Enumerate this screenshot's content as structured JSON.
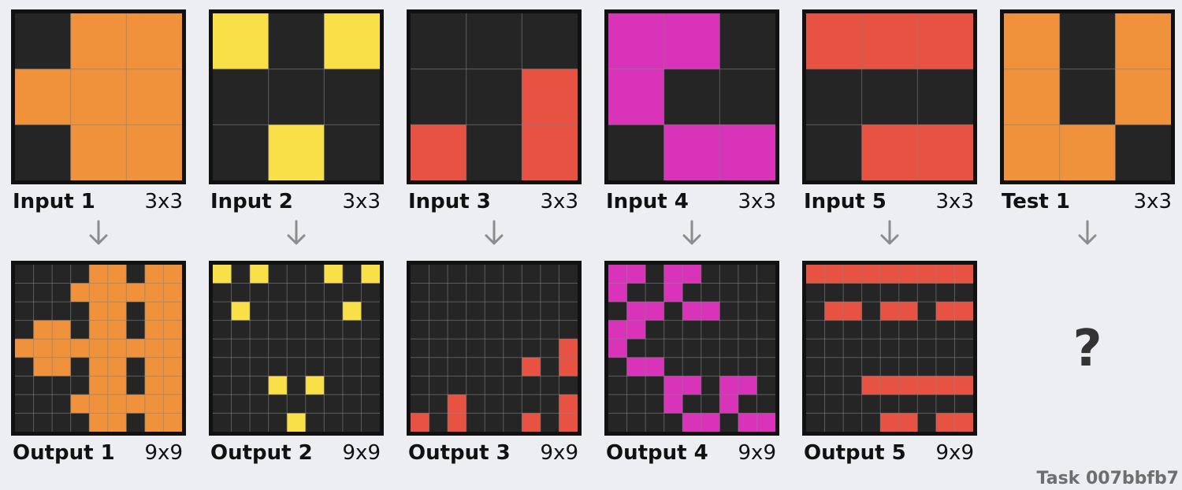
{
  "task_label": "Task 007bbfb7",
  "colors": {
    "0": "#252525",
    "2": "#e85242",
    "4": "#fae048",
    "6": "#d833b9",
    "7": "#f0913b"
  },
  "pairs": [
    {
      "input_label": "Input 1",
      "input_size": "3x3",
      "output_label": "Output 1",
      "output_size": "9x9",
      "input": [
        [
          0,
          7,
          7
        ],
        [
          7,
          7,
          7
        ],
        [
          0,
          7,
          7
        ]
      ],
      "output": [
        [
          0,
          0,
          0,
          0,
          7,
          7,
          0,
          7,
          7
        ],
        [
          0,
          0,
          0,
          7,
          7,
          7,
          7,
          7,
          7
        ],
        [
          0,
          0,
          0,
          0,
          7,
          7,
          0,
          7,
          7
        ],
        [
          0,
          7,
          7,
          0,
          7,
          7,
          0,
          7,
          7
        ],
        [
          7,
          7,
          7,
          7,
          7,
          7,
          7,
          7,
          7
        ],
        [
          0,
          7,
          7,
          0,
          7,
          7,
          0,
          7,
          7
        ],
        [
          0,
          0,
          0,
          0,
          7,
          7,
          0,
          7,
          7
        ],
        [
          0,
          0,
          0,
          7,
          7,
          7,
          7,
          7,
          7
        ],
        [
          0,
          0,
          0,
          0,
          7,
          7,
          0,
          7,
          7
        ]
      ]
    },
    {
      "input_label": "Input 2",
      "input_size": "3x3",
      "output_label": "Output 2",
      "output_size": "9x9",
      "input": [
        [
          4,
          0,
          4
        ],
        [
          0,
          0,
          0
        ],
        [
          0,
          4,
          0
        ]
      ],
      "output": [
        [
          4,
          0,
          4,
          0,
          0,
          0,
          4,
          0,
          4
        ],
        [
          0,
          0,
          0,
          0,
          0,
          0,
          0,
          0,
          0
        ],
        [
          0,
          4,
          0,
          0,
          0,
          0,
          0,
          4,
          0
        ],
        [
          0,
          0,
          0,
          0,
          0,
          0,
          0,
          0,
          0
        ],
        [
          0,
          0,
          0,
          0,
          0,
          0,
          0,
          0,
          0
        ],
        [
          0,
          0,
          0,
          0,
          0,
          0,
          0,
          0,
          0
        ],
        [
          0,
          0,
          0,
          4,
          0,
          4,
          0,
          0,
          0
        ],
        [
          0,
          0,
          0,
          0,
          0,
          0,
          0,
          0,
          0
        ],
        [
          0,
          0,
          0,
          0,
          4,
          0,
          0,
          0,
          0
        ]
      ]
    },
    {
      "input_label": "Input 3",
      "input_size": "3x3",
      "output_label": "Output 3",
      "output_size": "9x9",
      "input": [
        [
          0,
          0,
          0
        ],
        [
          0,
          0,
          2
        ],
        [
          2,
          0,
          2
        ]
      ],
      "output": [
        [
          0,
          0,
          0,
          0,
          0,
          0,
          0,
          0,
          0
        ],
        [
          0,
          0,
          0,
          0,
          0,
          0,
          0,
          0,
          0
        ],
        [
          0,
          0,
          0,
          0,
          0,
          0,
          0,
          0,
          0
        ],
        [
          0,
          0,
          0,
          0,
          0,
          0,
          0,
          0,
          0
        ],
        [
          0,
          0,
          0,
          0,
          0,
          0,
          0,
          0,
          2
        ],
        [
          0,
          0,
          0,
          0,
          0,
          0,
          2,
          0,
          2
        ],
        [
          0,
          0,
          0,
          0,
          0,
          0,
          0,
          0,
          0
        ],
        [
          0,
          0,
          2,
          0,
          0,
          0,
          0,
          0,
          2
        ],
        [
          2,
          0,
          2,
          0,
          0,
          0,
          2,
          0,
          2
        ]
      ]
    },
    {
      "input_label": "Input 4",
      "input_size": "3x3",
      "output_label": "Output 4",
      "output_size": "9x9",
      "input": [
        [
          6,
          6,
          0
        ],
        [
          6,
          0,
          0
        ],
        [
          0,
          6,
          6
        ]
      ],
      "output": [
        [
          6,
          6,
          0,
          6,
          6,
          0,
          0,
          0,
          0
        ],
        [
          6,
          0,
          0,
          6,
          0,
          0,
          0,
          0,
          0
        ],
        [
          0,
          6,
          6,
          0,
          6,
          6,
          0,
          0,
          0
        ],
        [
          6,
          6,
          0,
          0,
          0,
          0,
          0,
          0,
          0
        ],
        [
          6,
          0,
          0,
          0,
          0,
          0,
          0,
          0,
          0
        ],
        [
          0,
          6,
          6,
          0,
          0,
          0,
          0,
          0,
          0
        ],
        [
          0,
          0,
          0,
          6,
          6,
          0,
          6,
          6,
          0
        ],
        [
          0,
          0,
          0,
          6,
          0,
          0,
          6,
          0,
          0
        ],
        [
          0,
          0,
          0,
          0,
          6,
          6,
          0,
          6,
          6
        ]
      ]
    },
    {
      "input_label": "Input 5",
      "input_size": "3x3",
      "output_label": "Output 5",
      "output_size": "9x9",
      "input": [
        [
          2,
          2,
          2
        ],
        [
          0,
          0,
          0
        ],
        [
          0,
          2,
          2
        ]
      ],
      "output": [
        [
          2,
          2,
          2,
          2,
          2,
          2,
          2,
          2,
          2
        ],
        [
          0,
          0,
          0,
          0,
          0,
          0,
          0,
          0,
          0
        ],
        [
          0,
          2,
          2,
          0,
          2,
          2,
          0,
          2,
          2
        ],
        [
          0,
          0,
          0,
          0,
          0,
          0,
          0,
          0,
          0
        ],
        [
          0,
          0,
          0,
          0,
          0,
          0,
          0,
          0,
          0
        ],
        [
          0,
          0,
          0,
          0,
          0,
          0,
          0,
          0,
          0
        ],
        [
          0,
          0,
          0,
          2,
          2,
          2,
          2,
          2,
          2
        ],
        [
          0,
          0,
          0,
          0,
          0,
          0,
          0,
          0,
          0
        ],
        [
          0,
          0,
          0,
          0,
          2,
          2,
          0,
          2,
          2
        ]
      ]
    }
  ],
  "test": {
    "input_label": "Test 1",
    "input_size": "3x3",
    "input": [
      [
        7,
        0,
        7
      ],
      [
        7,
        0,
        7
      ],
      [
        7,
        7,
        0
      ]
    ],
    "output_placeholder": "?"
  }
}
